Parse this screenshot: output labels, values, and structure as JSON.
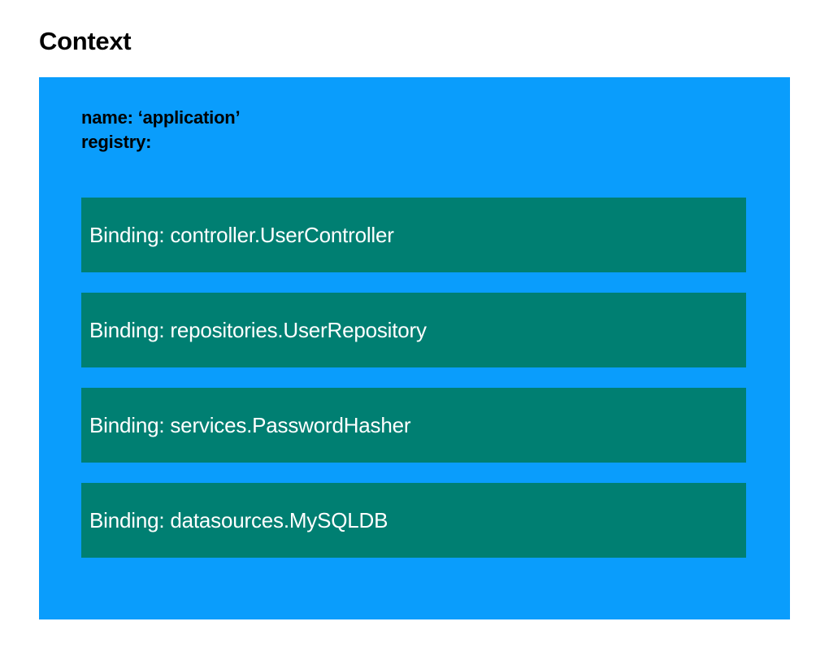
{
  "page_title": "Context",
  "colors": {
    "background": "#ffffff",
    "title_text": "#000000",
    "context_box": "#0A9DFC",
    "binding_box": "#007F72",
    "binding_text": "#ffffff",
    "property_text": "#000000"
  },
  "context": {
    "properties": [
      {
        "label": "name: ‘application’"
      },
      {
        "label": "registry:"
      }
    ],
    "registry": {
      "bindings": [
        {
          "label": "Binding: controller.UserController"
        },
        {
          "label": "Binding: repositories.UserRepository"
        },
        {
          "label": "Binding: services.PasswordHasher"
        },
        {
          "label": "Binding: datasources.MySQLDB"
        }
      ]
    }
  }
}
